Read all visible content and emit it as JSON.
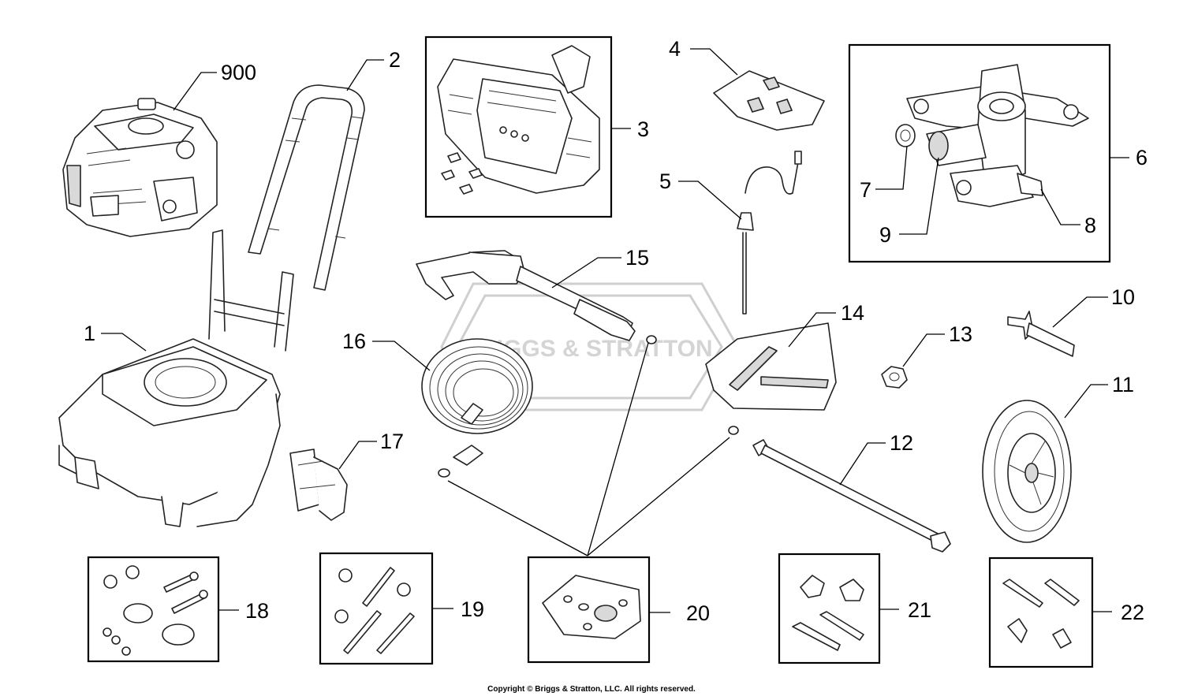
{
  "diagram": {
    "callouts": [
      "900",
      "2",
      "3",
      "4",
      "6",
      "5",
      "7",
      "9",
      "8",
      "15",
      "10",
      "1",
      "14",
      "13",
      "16",
      "11",
      "17",
      "12",
      "18",
      "19",
      "20",
      "21",
      "22"
    ],
    "watermark": "BRIGGS & STRATTON",
    "copyright": "Copyright © Briggs & Stratton, LLC. All rights reserved."
  }
}
